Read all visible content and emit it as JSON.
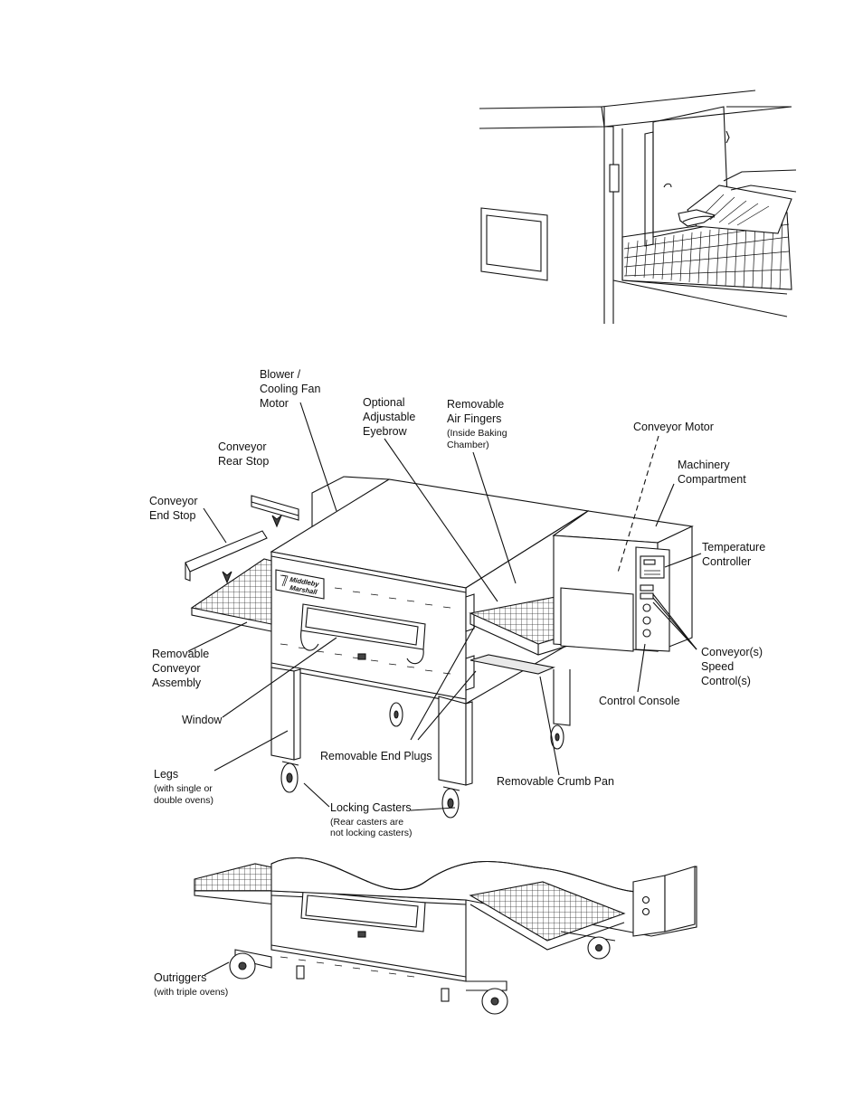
{
  "labels": {
    "blower": [
      "Blower /",
      "Cooling Fan",
      "Motor"
    ],
    "eyebrow": [
      "Optional",
      "Adjustable",
      "Eyebrow"
    ],
    "air_fingers": [
      "Removable",
      "Air Fingers"
    ],
    "air_fingers_note": [
      "(Inside Baking",
      "Chamber)"
    ],
    "conveyor_motor": "Conveyor Motor",
    "machinery": [
      "Machinery",
      "Compartment"
    ],
    "rear_stop": [
      "Conveyor",
      "Rear Stop"
    ],
    "end_stop": [
      "Conveyor",
      "End Stop"
    ],
    "temp_controller": [
      "Temperature",
      "Controller"
    ],
    "conveyor_assembly": [
      "Removable",
      "Conveyor",
      "Assembly"
    ],
    "speed_control": [
      "Conveyor(s)",
      "Speed",
      "Control(s)"
    ],
    "control_console": "Control Console",
    "window": "Window",
    "end_plugs": "Removable End Plugs",
    "legs": "Legs",
    "legs_note": [
      "(with single or",
      "double ovens)"
    ],
    "crumb_pan": "Removable Crumb Pan",
    "casters": "Locking Casters",
    "casters_note": [
      "(Rear casters are",
      "not locking casters)"
    ],
    "outriggers": "Outriggers",
    "outriggers_note": "(with triple ovens)"
  },
  "brand_plate": [
    "Middleby",
    "Marshall"
  ]
}
